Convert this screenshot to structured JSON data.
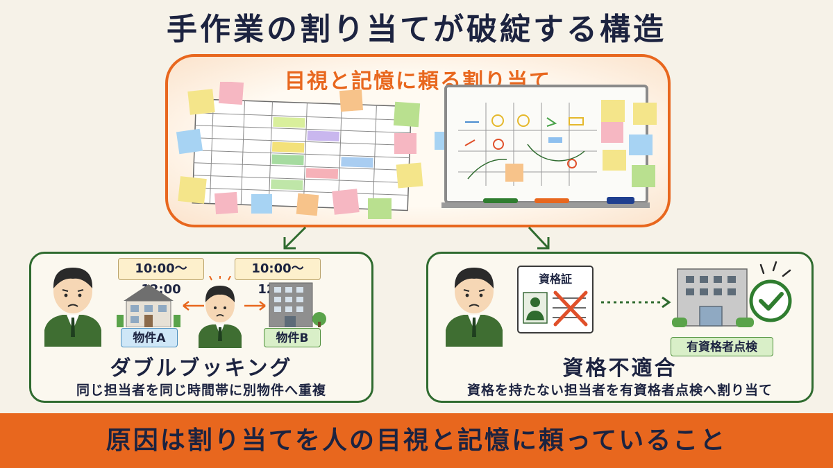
{
  "title": "手作業の割り当てが破綻する構造",
  "top_panel": {
    "heading": "目視と記憶に頼る割り当て"
  },
  "left_panel": {
    "time_a": "10:00〜12:00",
    "time_b": "10:00〜12:00",
    "property_a": "物件A",
    "property_b": "物件B",
    "title": "ダブルブッキング",
    "subtitle": "同じ担当者を同じ時間帯に別物件へ重複"
  },
  "right_panel": {
    "card_title": "資格証",
    "badge": "有資格者点検",
    "title": "資格不適合",
    "subtitle": "資格を持たない担当者を有資格者点検へ割り当て"
  },
  "footer": {
    "text": "原因は割り当てを人の目視と記憶に頼っていること"
  },
  "colors": {
    "accent_orange": "#e8671e",
    "panel_green": "#2f6b2f",
    "navy_text": "#1c2340",
    "error_red": "#e0502a",
    "check_green": "#2f7d2f"
  },
  "icons": [
    "person-worried-icon",
    "house-icon",
    "apartment-icon",
    "arrow-icon",
    "id-card-icon",
    "cross-icon",
    "building-icon",
    "checkmark-icon",
    "whiteboard-icon",
    "spreadsheet-icon",
    "sticky-note-icon"
  ]
}
